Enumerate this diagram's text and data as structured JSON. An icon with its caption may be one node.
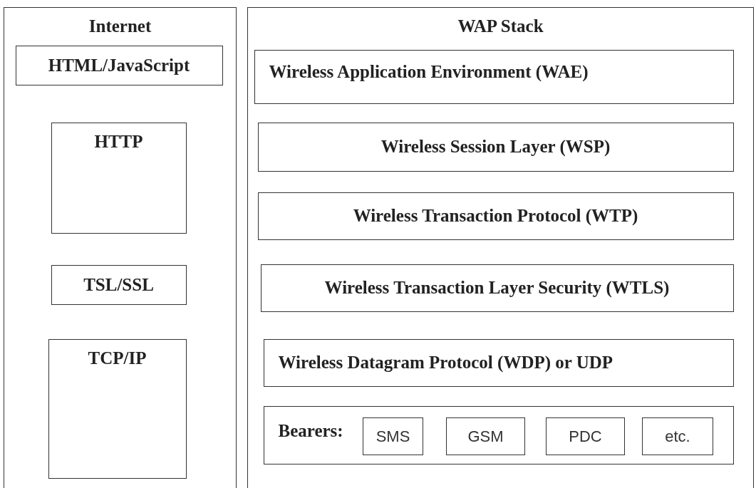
{
  "diagram": {
    "nodes": [
      {
        "text": [
          "Internet"
        ]
      },
      {
        "text": [
          "HTML/JavaScript"
        ],
        "in": 0
      },
      {
        "text": [
          "HTTP"
        ],
        "in": 0
      },
      {
        "text": [
          "TSL/SSL"
        ],
        "in": 0
      },
      {
        "text": [
          "TCP/IP"
        ],
        "in": 0
      },
      {
        "text": [
          "WAP Stack"
        ]
      },
      {
        "text": [
          "Wireless Application Environment (WAE)"
        ],
        "in": 5
      },
      {
        "text": [
          "Wireless Session Layer (WSP)"
        ],
        "in": 5
      },
      {
        "text": [
          "Wireless Transaction Protocol (WTP)"
        ],
        "in": 5
      },
      {
        "text": [
          "Wireless Transaction Layer Security (WTLS)"
        ],
        "in": 5
      },
      {
        "text": [
          "Wireless Datagram Protocol (WDP) or UDP"
        ],
        "in": 5
      },
      {
        "text": [
          "Bearers:"
        ],
        "in": 5
      },
      {
        "text": [
          "SMS"
        ],
        "in": 11
      },
      {
        "text": [
          "GSM"
        ],
        "in": 11
      },
      {
        "text": [
          "PDC"
        ],
        "in": 11
      },
      {
        "text": [
          "etc."
        ],
        "in": 11
      }
    ]
  }
}
